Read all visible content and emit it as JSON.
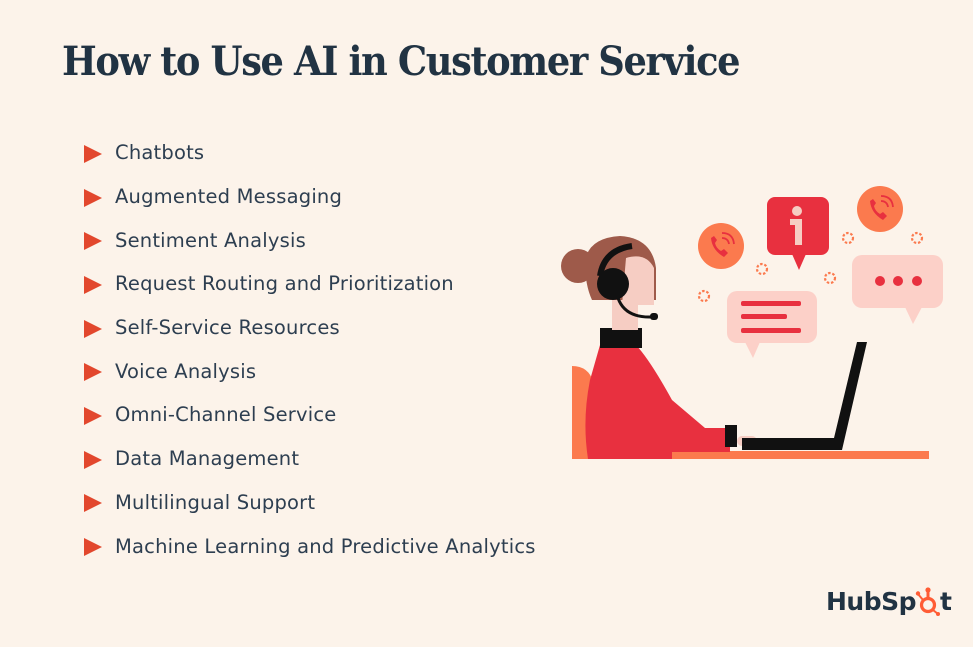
{
  "header": {
    "title": "How to Use AI in Customer Service"
  },
  "list": {
    "items": [
      {
        "label": "Chatbots"
      },
      {
        "label": "Augmented Messaging"
      },
      {
        "label": "Sentiment Analysis"
      },
      {
        "label": "Request Routing and Prioritization"
      },
      {
        "label": "Self-Service Resources"
      },
      {
        "label": "Voice Analysis"
      },
      {
        "label": "Omni-Channel Service"
      },
      {
        "label": "Data Management"
      },
      {
        "label": "Multilingual Support"
      },
      {
        "label": "Machine Learning and Predictive Analytics"
      }
    ],
    "bullet_icon": "triangle-arrow-right"
  },
  "illustration": {
    "description": "Customer service agent with headset typing on laptop, surrounded by phone, info, and chat bubble icons",
    "icons": [
      "phone-call-icon",
      "info-bubble-icon",
      "phone-call-icon",
      "chat-lines-bubble-icon",
      "chat-ellipsis-bubble-icon",
      "gear-icon"
    ]
  },
  "logo": {
    "text_left": "HubSp",
    "text_right": "t"
  },
  "colors": {
    "background": "#fcf3ea",
    "title": "#213343",
    "text": "#2d3e50",
    "bullet": "#e2472d",
    "accent_red": "#e8303f",
    "accent_orange": "#fb7a4e",
    "bubble_pink": "#fcd0c8",
    "hubspot_orange": "#ff5c35"
  }
}
